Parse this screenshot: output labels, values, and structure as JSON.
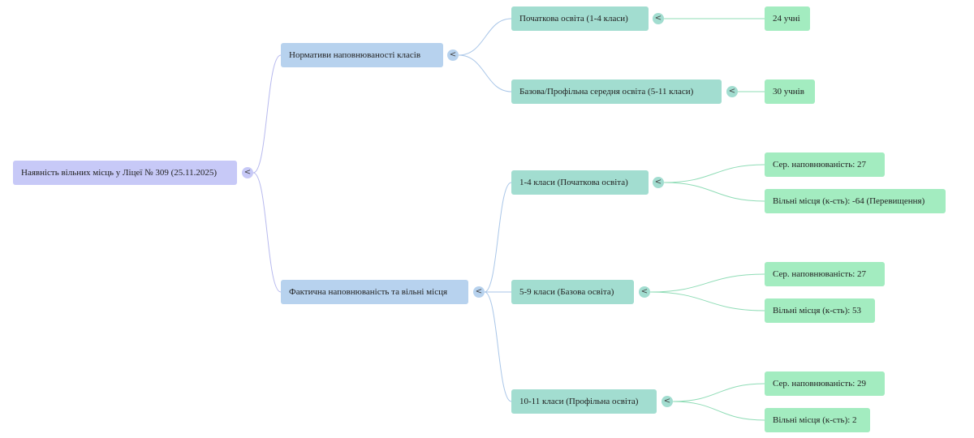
{
  "toggle_glyph": "<",
  "colors": {
    "root": "#c7c9f7",
    "level1": "#b7d2ee",
    "level2": "#a2ddd0",
    "level3": "#a3ecc0"
  },
  "mindmap": {
    "root": {
      "label": "Наявність вільних місць у Ліцеї № 309 (25.11.2025)",
      "children": [
        {
          "label": "Нормативи наповнюваності класів",
          "children": [
            {
              "label": "Початкова освіта (1-4 класи)",
              "children": [
                {
                  "label": "24 учні"
                }
              ]
            },
            {
              "label": "Базова/Профільна середня освіта (5-11 класи)",
              "children": [
                {
                  "label": "30 учнів"
                }
              ]
            }
          ]
        },
        {
          "label": "Фактична наповнюваність та вільні місця",
          "children": [
            {
              "label": "1-4 класи (Початкова освіта)",
              "children": [
                {
                  "label": "Сер. наповнюваність: 27"
                },
                {
                  "label": "Вільні місця (к-сть): -64 (Перевищення)"
                }
              ]
            },
            {
              "label": "5-9 класи (Базова освіта)",
              "children": [
                {
                  "label": "Сер. наповнюваність: 27"
                },
                {
                  "label": "Вільні місця (к-сть): 53"
                }
              ]
            },
            {
              "label": "10-11 класи (Профільна освіта)",
              "children": [
                {
                  "label": "Сер. наповнюваність: 29"
                },
                {
                  "label": "Вільні місця (к-сть): 2"
                }
              ]
            }
          ]
        }
      ]
    }
  }
}
